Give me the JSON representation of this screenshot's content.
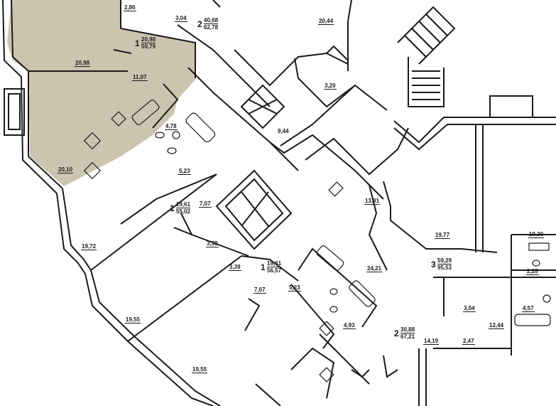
{
  "colors": {
    "highlight": "#cbc5b0",
    "wall": "#1a1a1a",
    "background": "#ffffff"
  },
  "rooms": {
    "r1": "2,86",
    "r2": "3,04",
    "r3": "20,44",
    "r4": "20,98",
    "r5": "11,07",
    "r6": "3,20",
    "r7": "9,44",
    "r8": "4,78",
    "r9": "20,10",
    "r10": "5,23",
    "r11": "7,07",
    "r12": "13,91",
    "r13": "19,72",
    "r14": "3,39",
    "r15": "3,39",
    "r16": "19,77",
    "r17": "19,30",
    "r18": "24,21",
    "r19": "7,07",
    "r20": "5,23",
    "r21": "2,28",
    "r22": "19,55",
    "r23": "4,93",
    "r24": "3,04",
    "r25": "4,57",
    "r26": "12,44",
    "r27": "14,19",
    "r28": "2,47",
    "r29": "19,55"
  },
  "apartments": [
    {
      "rooms": "2",
      "living": "40,68",
      "total": "62,78"
    },
    {
      "rooms": "1",
      "living": "20,98",
      "total": "59,79"
    },
    {
      "rooms": "1",
      "living": "19,61",
      "total": "55,02"
    },
    {
      "rooms": "1",
      "living": "19,61",
      "total": "56,57"
    },
    {
      "rooms": "3",
      "living": "59,29",
      "total": "95,53"
    },
    {
      "rooms": "2",
      "living": "30,88",
      "total": "67,21"
    }
  ]
}
